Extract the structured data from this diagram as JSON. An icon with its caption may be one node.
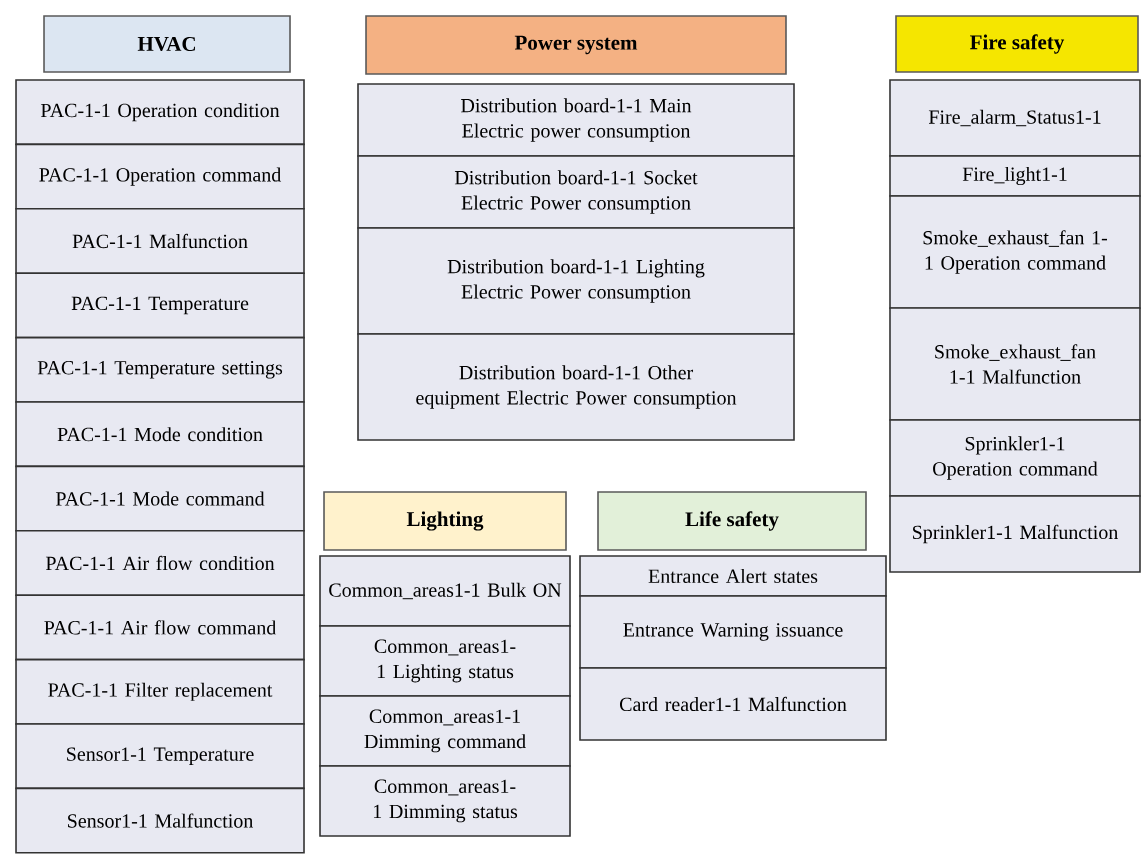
{
  "diagram": {
    "nodes": [
      {
        "text": [
          "HVAC"
        ]
      },
      {
        "text": [
          "PAC-1-1 Operation condition"
        ]
      },
      {
        "text": [
          "PAC-1-1 Operation command"
        ]
      },
      {
        "text": [
          "PAC-1-1 Malfunction"
        ]
      },
      {
        "text": [
          "PAC-1-1 Temperature"
        ]
      },
      {
        "text": [
          "PAC-1-1 Temperature settings"
        ]
      },
      {
        "text": [
          "PAC-1-1 Mode condition"
        ]
      },
      {
        "text": [
          "PAC-1-1 Mode command"
        ]
      },
      {
        "text": [
          "PAC-1-1 Air flow condition"
        ]
      },
      {
        "text": [
          "PAC-1-1 Air flow command"
        ]
      },
      {
        "text": [
          "PAC-1-1 Filter replacement"
        ]
      },
      {
        "text": [
          "Sensor1-1 Temperature"
        ]
      },
      {
        "text": [
          "Sensor1-1 Malfunction"
        ]
      },
      {
        "text": [
          "Power system"
        ]
      },
      {
        "text": [
          "Distribution board-1-1 Main Electric power consumption"
        ]
      },
      {
        "text": [
          "Distribution board-1-1 Socket Electric Power consumption"
        ]
      },
      {
        "text": [
          "Distribution board-1-1 Lighting Electric Power consumption"
        ]
      },
      {
        "text": [
          "Distribution board-1-1 Other equipment Electric Power consumption"
        ]
      },
      {
        "text": [
          "Fire safety"
        ]
      },
      {
        "text": [
          "Fire_alarm_Status1-1"
        ]
      },
      {
        "text": [
          "Fire_light1-1"
        ]
      },
      {
        "text": [
          "Smoke_exhaust_fan 1-1 Operation command"
        ]
      },
      {
        "text": [
          "Smoke_exhaust_fan 1-1 Malfunction"
        ]
      },
      {
        "text": [
          "Sprinkler1-1 Operation command"
        ]
      },
      {
        "text": [
          "Sprinkler1-1 Malfunction"
        ]
      },
      {
        "text": [
          "Lighting"
        ]
      },
      {
        "text": [
          "Common_areas1-1 Bulk ON"
        ]
      },
      {
        "text": [
          "Common_areas1-1 Lighting status"
        ]
      },
      {
        "text": [
          "Common_areas1-1 Dimming command"
        ]
      },
      {
        "text": [
          "Common_areas1-1 Dimming status"
        ]
      },
      {
        "text": [
          "Life safety"
        ]
      },
      {
        "text": [
          "Entrance Alert states"
        ]
      },
      {
        "text": [
          "Entrance Warning issuance"
        ]
      },
      {
        "text": [
          "Card reader1-1 Malfunction"
        ]
      }
    ]
  }
}
